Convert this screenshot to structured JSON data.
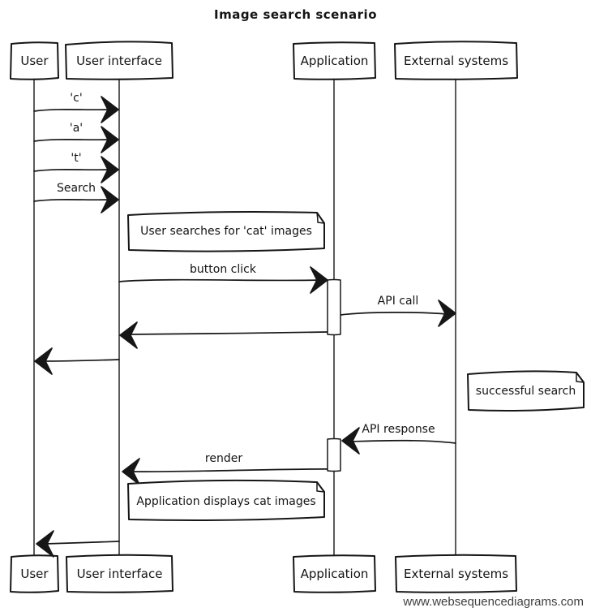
{
  "title": "Image search scenario",
  "actors": [
    {
      "label": "User"
    },
    {
      "label": "User interface"
    },
    {
      "label": "Application"
    },
    {
      "label": "External systems"
    }
  ],
  "messages": [
    {
      "label": "'c'",
      "from": "User",
      "to": "User interface"
    },
    {
      "label": "'a'",
      "from": "User",
      "to": "User interface"
    },
    {
      "label": "'t'",
      "from": "User",
      "to": "User interface"
    },
    {
      "label": "Search",
      "from": "User",
      "to": "User interface"
    },
    {
      "label": "button click",
      "from": "User interface",
      "to": "Application"
    },
    {
      "label": "API call",
      "from": "Application",
      "to": "External systems"
    },
    {
      "label": "",
      "from": "Application",
      "to": "User interface"
    },
    {
      "label": "",
      "from": "User interface",
      "to": "User"
    },
    {
      "label": "API response",
      "from": "External systems",
      "to": "Application"
    },
    {
      "label": "render",
      "from": "Application",
      "to": "User interface"
    },
    {
      "label": "",
      "from": "User interface",
      "to": "User"
    }
  ],
  "notes": [
    {
      "text": "User searches for 'cat' images"
    },
    {
      "text": "successful search"
    },
    {
      "text": "Application displays cat images"
    }
  ],
  "footer": "www.websequencediagrams.com",
  "colors": {
    "ink": "#161616",
    "background": "#ffffff",
    "footer_text": "#3f3f3f"
  }
}
